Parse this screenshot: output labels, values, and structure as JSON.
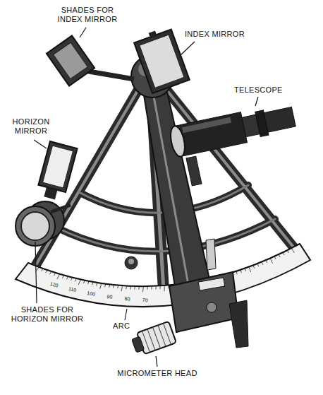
{
  "diagram": {
    "labels": [
      "SHADES FOR INDEX MIRROR",
      "INDEX MIRROR",
      "TELESCOPE",
      "HORIZON MIRROR",
      "120",
      "110",
      "100",
      "90",
      "80",
      "70",
      "SHADES FOR HORIZON MIRROR",
      "ARC",
      "MICROMETER HEAD"
    ]
  }
}
